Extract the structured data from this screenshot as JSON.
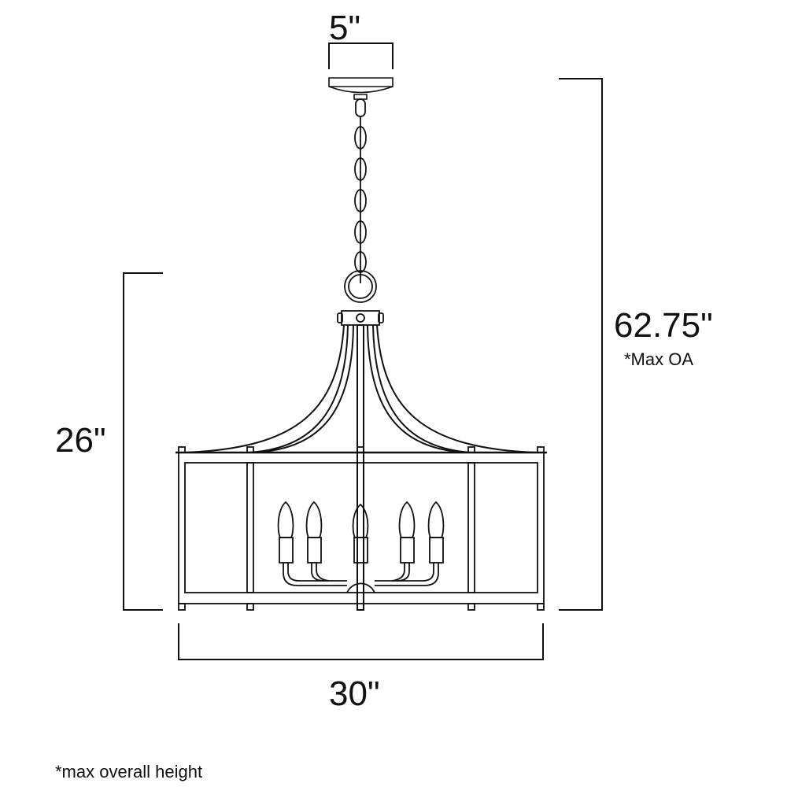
{
  "dimensions": {
    "canopy_width": "5\"",
    "fixture_height": "26\"",
    "overall_height": "62.75\"",
    "overall_height_note": "*Max OA",
    "fixture_width": "30\""
  },
  "footnote": "*max overall height",
  "colors": {
    "line": "#111111",
    "background": "#ffffff"
  }
}
